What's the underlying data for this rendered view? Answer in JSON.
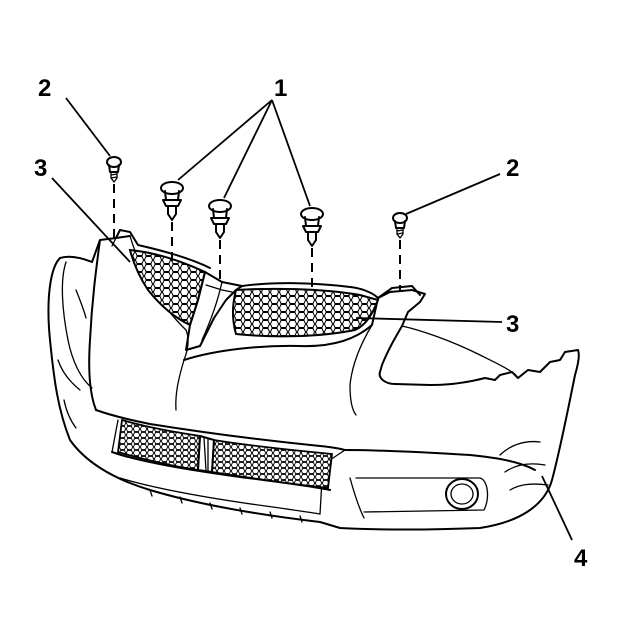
{
  "callouts": {
    "c1": "1",
    "c2_left": "2",
    "c2_right": "2",
    "c3_left": "3",
    "c3_right": "3",
    "c4": "4"
  },
  "colors": {
    "line": "#000000",
    "background": "#ffffff"
  }
}
